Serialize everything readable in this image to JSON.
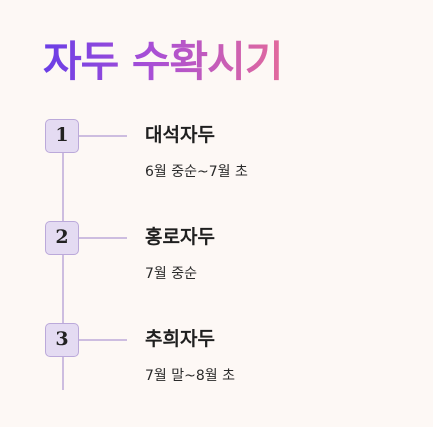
{
  "title": "자두 수확시기",
  "colors": {
    "background": "#fdf8f5",
    "title_gradient_start": "#6a3ee6",
    "title_gradient_end": "#e26a9c",
    "badge_fill": "#e4dbf2",
    "badge_border": "#bba9da",
    "connector_line": "#cdbde0"
  },
  "items": [
    {
      "number": "1",
      "name": "대석자두",
      "period": "6월 중순~7월 초"
    },
    {
      "number": "2",
      "name": "홍로자두",
      "period": "7월 중순"
    },
    {
      "number": "3",
      "name": "추희자두",
      "period": "7월 말~8월 초"
    }
  ]
}
